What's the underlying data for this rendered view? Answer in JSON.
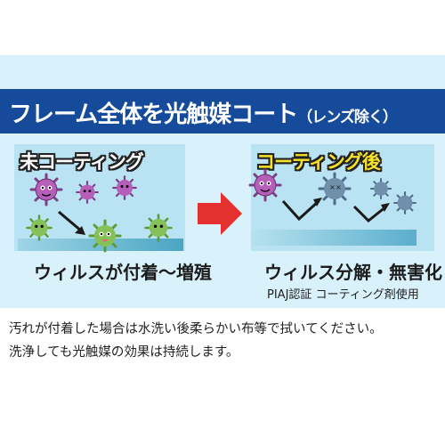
{
  "title": {
    "main": "フレーム全体を光触媒コート",
    "sub": "（レンズ除く）"
  },
  "left": {
    "label": "未コーティング",
    "caption": "ウィルスが付着～増殖"
  },
  "right": {
    "label": "コーティング後",
    "caption": "ウィルス分解・無害化",
    "note": "PIAJ認証 コーティング剤使用"
  },
  "description": [
    "汚れが付着した場合は水洗い後柔らかい布等で拭いてください。",
    "洗浄しても光触媒の効果は持続します。"
  ],
  "colors": {
    "title_bar": "#154b9a",
    "panel": "#d9f1fb",
    "arrow": "#e53030",
    "label_right": "#f6e12a"
  },
  "icons": [
    "purple-virus-icon",
    "green-virus-icon",
    "gray-virus-icon",
    "red-arrow-icon",
    "bounce-arrow-icon"
  ]
}
